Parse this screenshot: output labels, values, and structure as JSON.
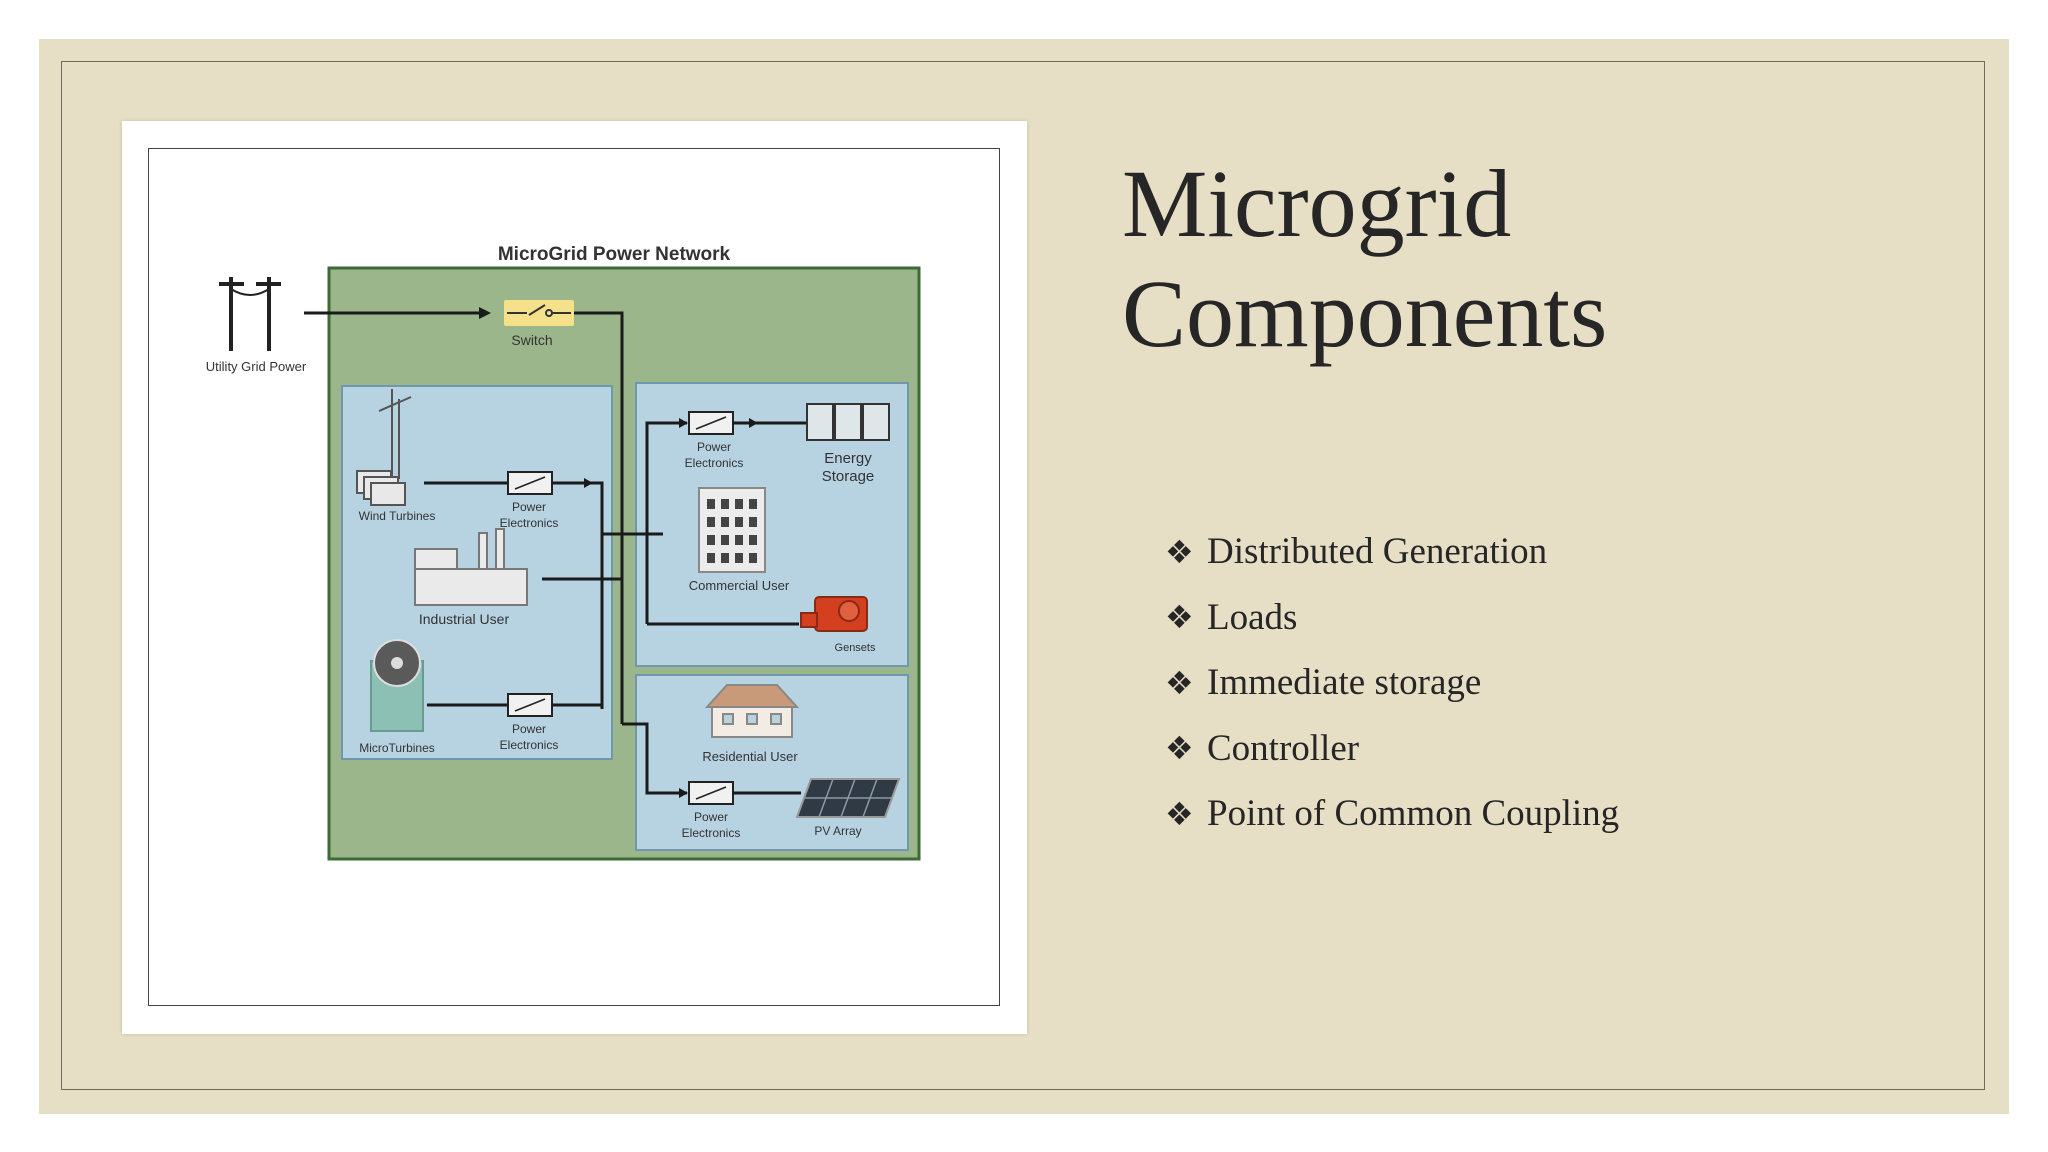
{
  "slide": {
    "title_line1": "Microgrid",
    "title_line2": "Components",
    "bullet_symbol": "❖",
    "bullets": [
      "Distributed Generation",
      "Loads",
      "Immediate storage",
      "Controller",
      "Point of Common Coupling"
    ]
  },
  "diagram": {
    "title": "MicroGrid Power Network",
    "utility": "Utility Grid Power",
    "switch": "Switch",
    "wind": "Wind Turbines",
    "pe": [
      "Power",
      "Electronics"
    ],
    "industrial": "Industrial User",
    "microturbines": "MicroTurbines",
    "energy_storage": [
      "Energy",
      "Storage"
    ],
    "commercial": "Commercial User",
    "gensets": "Gensets",
    "residential": "Residential User",
    "pv": "PV Array"
  },
  "colors": {
    "slide_bg": "#e6dfc6",
    "network_green": "#9cb68c",
    "zone_blue": "#b7d3e2",
    "switch_yellow": "#f4e18a",
    "genset_red": "#d2401f"
  }
}
